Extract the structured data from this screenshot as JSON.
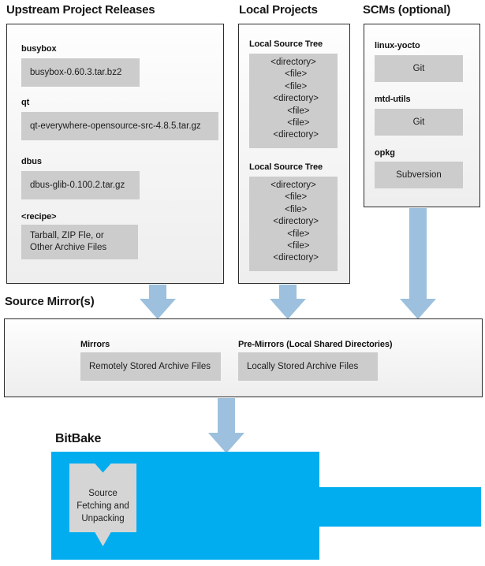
{
  "meta": {
    "title": "BitBake Source Fetching and Unpacking Flow",
    "colors": {
      "arrow": "#9cc0dd",
      "bitbake_blue": "#02adef",
      "gray_box": "#cccccc",
      "panel_border": "#2b2b2b",
      "text": "#1d1d1d"
    }
  },
  "headings": {
    "upstream": "Upstream Project Releases",
    "local": "Local Projects",
    "scms": "SCMs (optional)",
    "source_mirrors": "Source Mirror(s)",
    "bitbake": "BitBake"
  },
  "upstream": {
    "entries": [
      {
        "label": "busybox",
        "value": "busybox-0.60.3.tar.bz2"
      },
      {
        "label": "qt",
        "value": "qt-everywhere-opensource-src-4.8.5.tar.gz"
      },
      {
        "label": "dbus",
        "value": "dbus-glib-0.100.2.tar.gz"
      },
      {
        "label": "<recipe>",
        "value": "Tarball, ZIP Fle, or\nOther Archive Files"
      }
    ]
  },
  "local_projects": {
    "trees": [
      {
        "label": "Local Source Tree",
        "lines": [
          "<directory>",
          "  <file>",
          "  <file>",
          "  <directory>",
          "    <file>",
          "    <file>",
          "  <directory>"
        ]
      },
      {
        "label": "Local Source Tree",
        "lines": [
          "<directory>",
          "  <file>",
          "  <file>",
          "  <directory>",
          "    <file>",
          "    <file>",
          "  <directory>"
        ]
      }
    ]
  },
  "scms": {
    "entries": [
      {
        "label": "linux-yocto",
        "value": "Git"
      },
      {
        "label": "mtd-utils",
        "value": "Git"
      },
      {
        "label": "opkg",
        "value": "Subversion"
      }
    ]
  },
  "source_mirrors": {
    "groups": [
      {
        "label": "Mirrors",
        "value": "Remotely Stored Archive Files"
      },
      {
        "label": "Pre-Mirrors (Local Shared Directories)",
        "value": "Locally Stored Archive Files"
      }
    ]
  },
  "bitbake": {
    "task": {
      "lines": [
        "Source",
        "Fetching and",
        "Unpacking"
      ]
    }
  },
  "arrows": [
    {
      "name": "arrow-upstream-to-mirrors"
    },
    {
      "name": "arrow-local-to-mirrors"
    },
    {
      "name": "arrow-scms-to-mirrors"
    },
    {
      "name": "arrow-mirrors-to-bitbake"
    }
  ]
}
